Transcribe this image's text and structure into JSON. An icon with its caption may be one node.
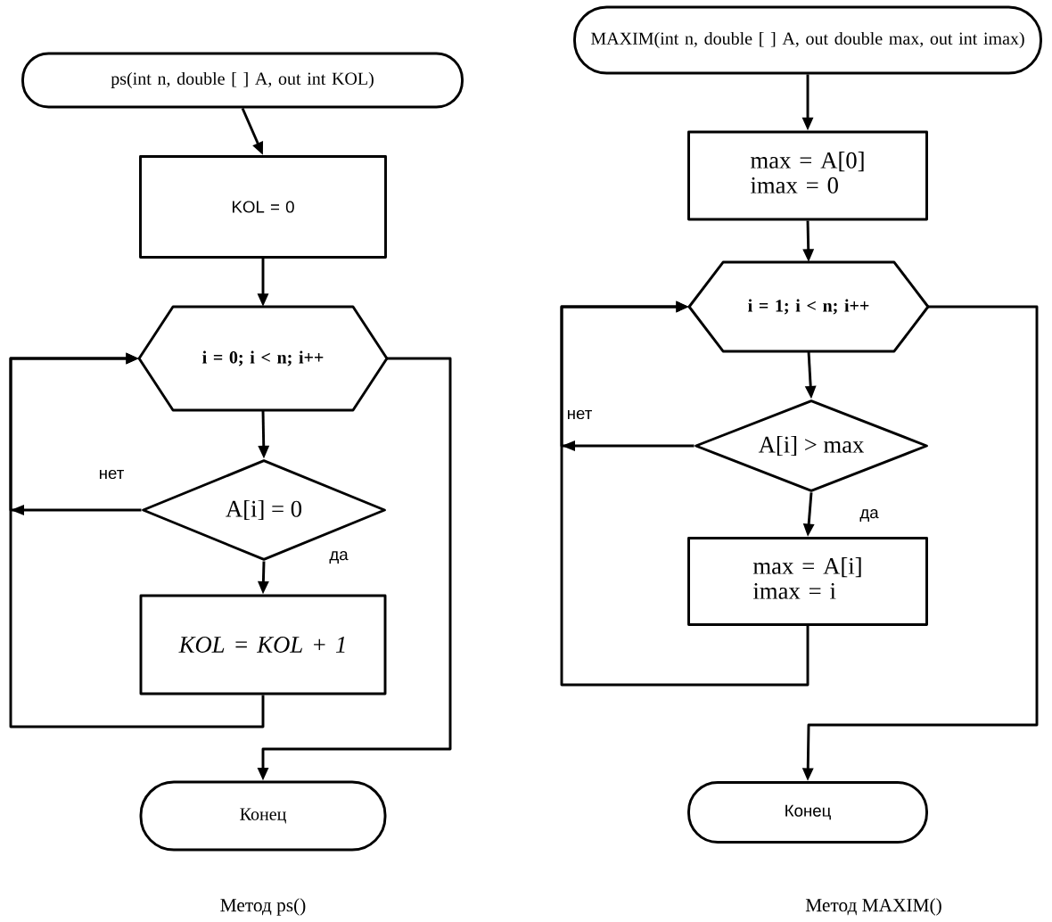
{
  "diagram": {
    "nodes": [
      {
        "text": [
          "ps(int n, double [ ] A, out int KOL)"
        ]
      },
      {
        "text": [
          "KOL = 0"
        ]
      },
      {
        "text": [
          "i = 0; i < n; i++"
        ]
      },
      {
        "text": [
          "A[i] = 0"
        ]
      },
      {
        "text": [
          "KOL = KOL + 1"
        ]
      },
      {
        "text": [
          "Конец"
        ]
      },
      {
        "text": [
          "MAXIM(int n, double [ ] A, out double max, out int imax)"
        ]
      },
      {
        "text": [
          "max = A[0]",
          "imax = 0"
        ]
      },
      {
        "text": [
          "i = 1; i < n; i++"
        ]
      },
      {
        "text": [
          "A[i] > max"
        ]
      },
      {
        "text": [
          "max = A[i]",
          "imax = i"
        ]
      },
      {
        "text": [
          "Конец"
        ]
      }
    ],
    "edges": [
      {
        "from": 0,
        "to": 1,
        "arrow": "to"
      },
      {
        "from": 1,
        "to": 2,
        "arrow": "to"
      },
      {
        "from": 2,
        "to": 3,
        "arrow": "to"
      },
      {
        "from": 3,
        "to": 4,
        "arrow": "to",
        "label": "да"
      },
      {
        "from": 3,
        "to": 2,
        "arrow": "to",
        "label": "нет"
      },
      {
        "from": 4,
        "to": 2,
        "arrow": "to"
      },
      {
        "from": 2,
        "to": 5,
        "arrow": "to"
      },
      {
        "from": 6,
        "to": 7,
        "arrow": "to"
      },
      {
        "from": 7,
        "to": 8,
        "arrow": "to"
      },
      {
        "from": 8,
        "to": 9,
        "arrow": "to"
      },
      {
        "from": 9,
        "to": 10,
        "arrow": "to",
        "label": "да"
      },
      {
        "from": 9,
        "to": 8,
        "arrow": "to",
        "label": "нет"
      },
      {
        "from": 10,
        "to": 8,
        "arrow": "to"
      },
      {
        "from": 8,
        "to": 11,
        "arrow": "to"
      }
    ],
    "labels": [
      "Метод ps()",
      "Метод MAXIM()"
    ]
  }
}
